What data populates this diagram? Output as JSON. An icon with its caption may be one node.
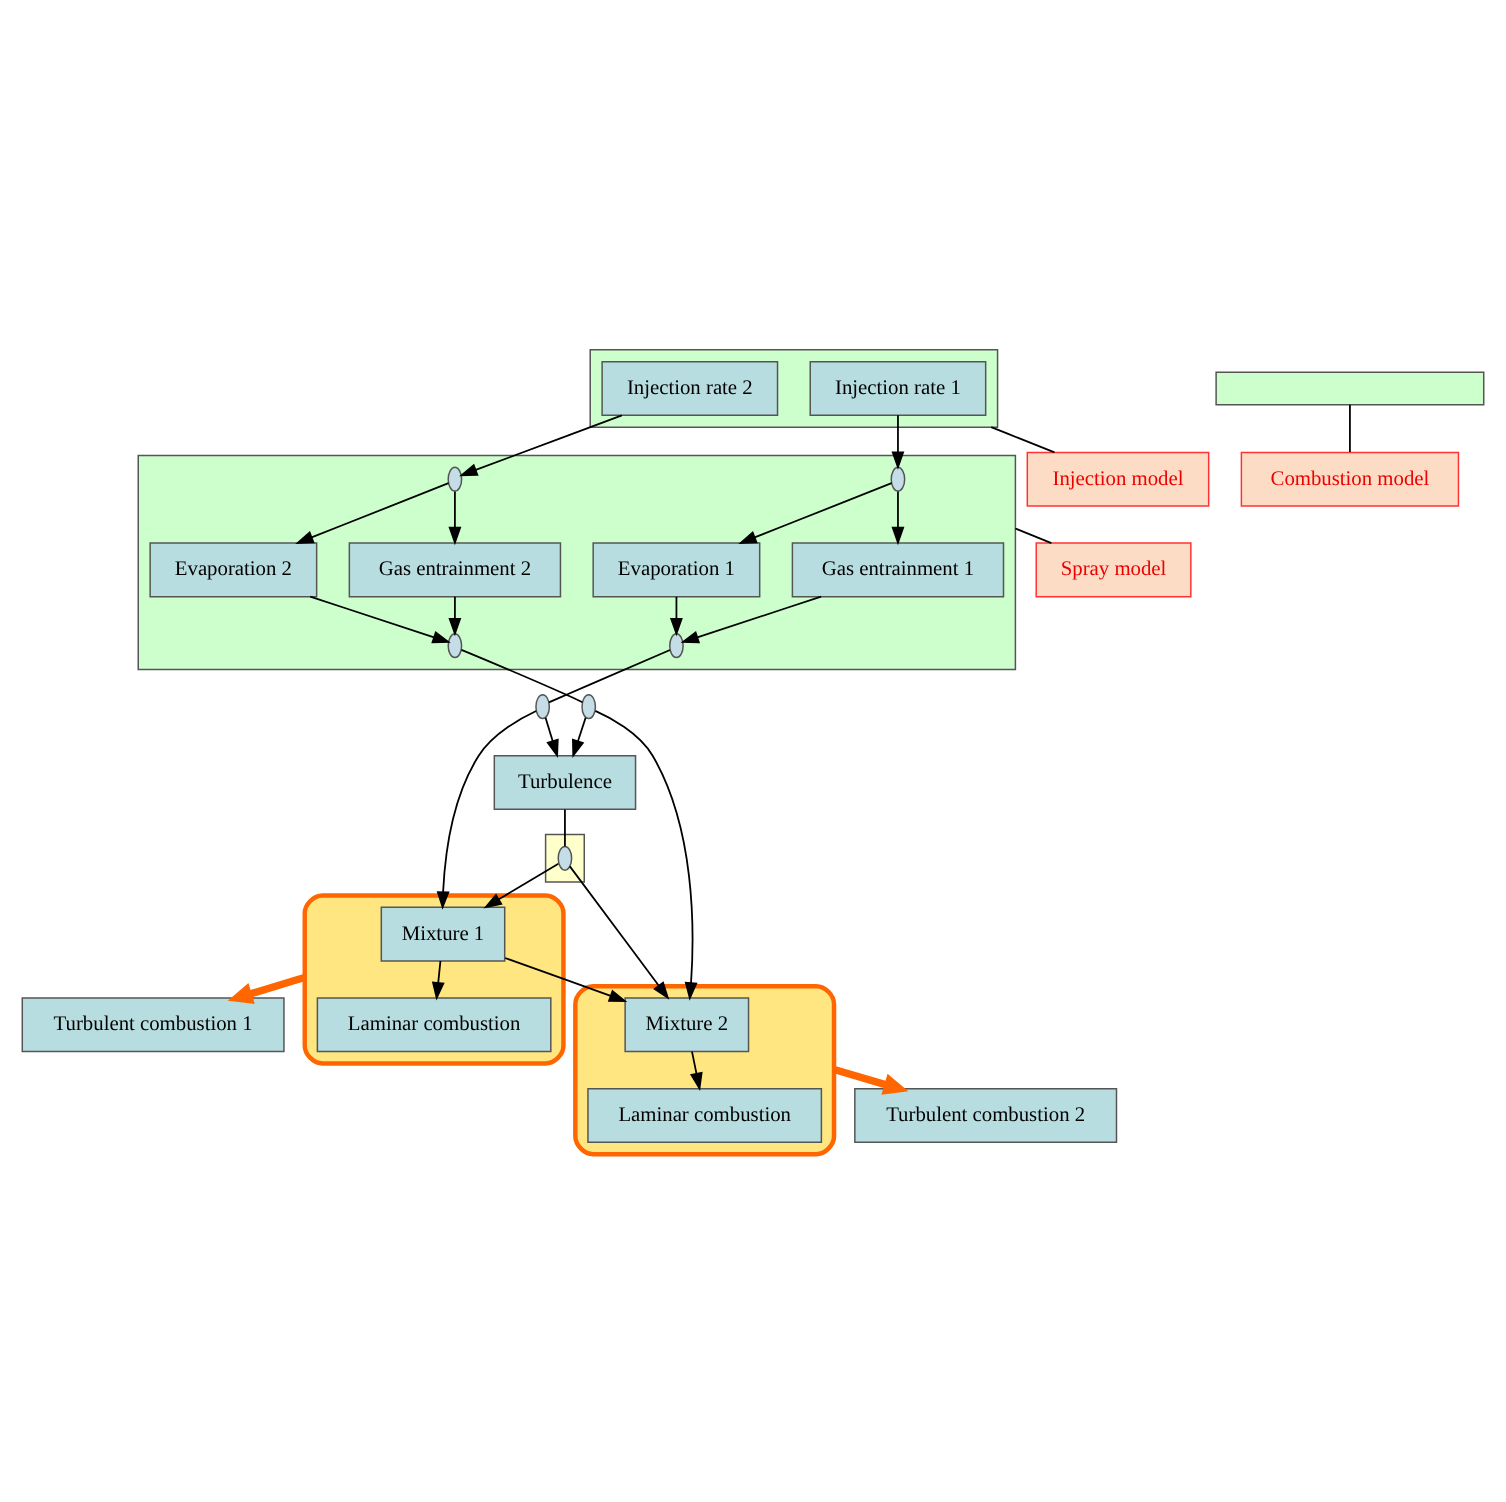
{
  "diagram": {
    "nodes": [
      {
        "text": [],
        "shape": "box"
      },
      {
        "text": [
          "Injection rate 1"
        ],
        "in": 0
      },
      {
        "text": [
          "Injection rate 2"
        ],
        "in": 0
      },
      {
        "text": [],
        "shape": "box"
      },
      {
        "text": [],
        "shape": "ellipse",
        "in": 3
      },
      {
        "text": [
          "Evaporation 1"
        ],
        "in": 3
      },
      {
        "text": [
          "Gas entrainment 1"
        ],
        "in": 3
      },
      {
        "text": [],
        "shape": "ellipse",
        "in": 3
      },
      {
        "text": [
          "Evaporation 2"
        ],
        "in": 3
      },
      {
        "text": [
          "Gas entrainment 2"
        ],
        "in": 3
      },
      {
        "text": [],
        "shape": "ellipse",
        "in": 3
      },
      {
        "text": [],
        "shape": "ellipse",
        "in": 3
      },
      {
        "text": [],
        "shape": "ellipse"
      },
      {
        "text": [],
        "shape": "ellipse"
      },
      {
        "text": [
          "Turbulence"
        ]
      },
      {
        "text": [],
        "shape": "box"
      },
      {
        "text": [],
        "shape": "ellipse",
        "in": 15
      },
      {
        "text": [
          "Turbulent combustion 1"
        ]
      },
      {
        "text": [],
        "shape": "box"
      },
      {
        "text": [
          "Mixture 1"
        ],
        "in": 18
      },
      {
        "text": [
          "Laminar combustion"
        ],
        "in": 18
      },
      {
        "text": [],
        "shape": "box"
      },
      {
        "text": [
          "Mixture 2"
        ],
        "in": 21
      },
      {
        "text": [
          "Laminar combustion"
        ],
        "in": 21
      },
      {
        "text": [
          "Turbulent combustion 2"
        ]
      },
      {
        "text": [],
        "shape": "box"
      },
      {
        "text": [
          "Injection model"
        ]
      },
      {
        "text": [
          "Spray model"
        ]
      },
      {
        "text": [
          "Combustion model"
        ]
      }
    ],
    "edges": [
      {
        "from": 1,
        "to": 4,
        "arrow": "to"
      },
      {
        "from": 4,
        "to": 5,
        "arrow": "to"
      },
      {
        "from": 4,
        "to": 6,
        "arrow": "to"
      },
      {
        "from": 2,
        "to": 7,
        "arrow": "to"
      },
      {
        "from": 7,
        "to": 8,
        "arrow": "to"
      },
      {
        "from": 7,
        "to": 9,
        "arrow": "to"
      },
      {
        "from": 5,
        "to": 10,
        "arrow": "to"
      },
      {
        "from": 6,
        "to": 10,
        "arrow": "to"
      },
      {
        "from": 8,
        "to": 11,
        "arrow": "to"
      },
      {
        "from": 9,
        "to": 11,
        "arrow": "to"
      },
      {
        "from": 10,
        "to": 12,
        "arrow": "none"
      },
      {
        "from": 11,
        "to": 13,
        "arrow": "none"
      },
      {
        "from": 12,
        "to": 14,
        "arrow": "to"
      },
      {
        "from": 13,
        "to": 14,
        "arrow": "to"
      },
      {
        "from": 12,
        "to": 19,
        "arrow": "to"
      },
      {
        "from": 13,
        "to": 22,
        "arrow": "to"
      },
      {
        "from": 14,
        "to": 16,
        "arrow": "none"
      },
      {
        "from": 16,
        "to": 19,
        "arrow": "to"
      },
      {
        "from": 16,
        "to": 22,
        "arrow": "to"
      },
      {
        "from": 19,
        "to": 22,
        "arrow": "to"
      },
      {
        "from": 19,
        "to": 20,
        "arrow": "to"
      },
      {
        "from": 22,
        "to": 23,
        "arrow": "to"
      },
      {
        "from": 18,
        "to": 17,
        "arrow": "to",
        "style": "thick",
        "color": "#ff6600"
      },
      {
        "from": 21,
        "to": 24,
        "arrow": "to",
        "style": "thick",
        "color": "#ff6600"
      },
      {
        "from": 0,
        "to": 26,
        "arrow": "none"
      },
      {
        "from": 3,
        "to": 27,
        "arrow": "none"
      },
      {
        "from": 25,
        "to": 28,
        "arrow": "none"
      }
    ]
  }
}
